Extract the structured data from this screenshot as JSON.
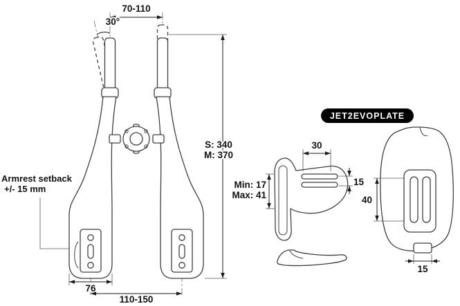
{
  "labels": {
    "top_width": "70-110",
    "angle": "30°",
    "size_s": "S: 340",
    "size_m": "M: 370",
    "setback1": "Armrest setback",
    "setback2": "+/- 15 mm",
    "pad_width": "76",
    "pad_spacing": "110-150"
  },
  "badge": {
    "text": "JET2EVOPLATE"
  },
  "plate": {
    "slot_length": "30",
    "slot_gap": "15",
    "min": "Min: 17",
    "max": "Max: 41",
    "rear_height": "40",
    "rear_width": "15"
  },
  "colors": {
    "ink": "#1a1a1a",
    "outline": "#3f3f3f",
    "badge_bg": "#000000",
    "badge_text": "#ffffff"
  }
}
